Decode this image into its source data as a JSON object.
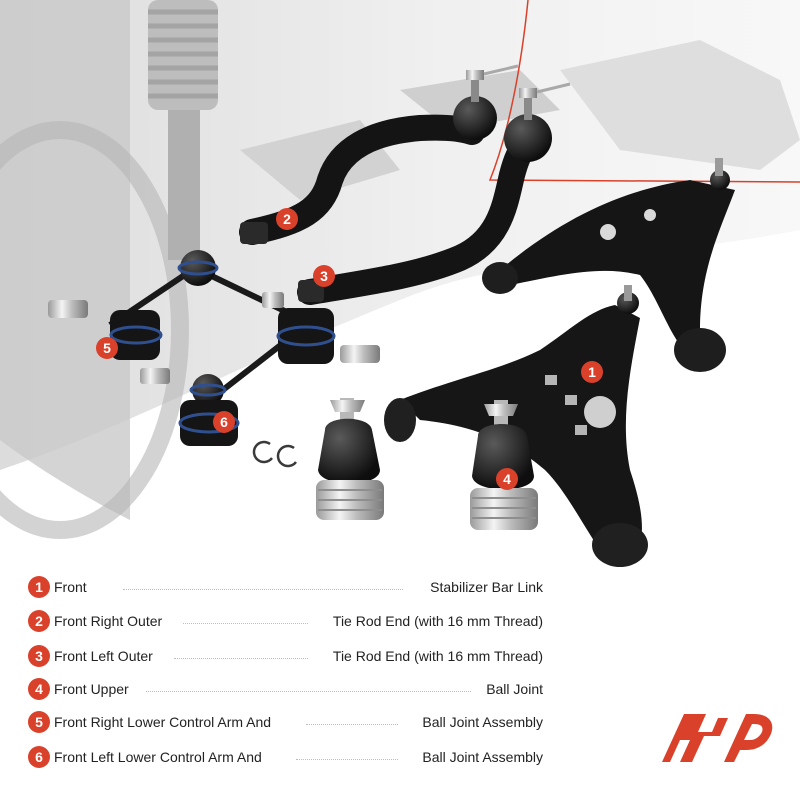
{
  "colors": {
    "accent": "#d9412b",
    "text": "#222222",
    "arm": "#1b1b1b",
    "boot": "#2f4f8f"
  },
  "legend": [
    {
      "num": "1",
      "position": "Front",
      "part": "Stabilizer Bar Link"
    },
    {
      "num": "2",
      "position": "Front Right Outer",
      "part": "Tie Rod End (with 16 mm Thread)"
    },
    {
      "num": "3",
      "position": "Front Left Outer",
      "part": "Tie Rod End (with 16 mm Thread)"
    },
    {
      "num": "4",
      "position": "Front Upper",
      "part": "Ball Joint"
    },
    {
      "num": "5",
      "position": "Front Right Lower  Control Arm And",
      "part": "Ball Joint Assembly"
    },
    {
      "num": "6",
      "position": "Front Left Lower  Control Arm And",
      "part": "Ball Joint Assembly"
    }
  ],
  "callouts": [
    "1",
    "2",
    "3",
    "4",
    "5",
    "6"
  ],
  "logo": {
    "name": "a-premium-logo-icon"
  }
}
